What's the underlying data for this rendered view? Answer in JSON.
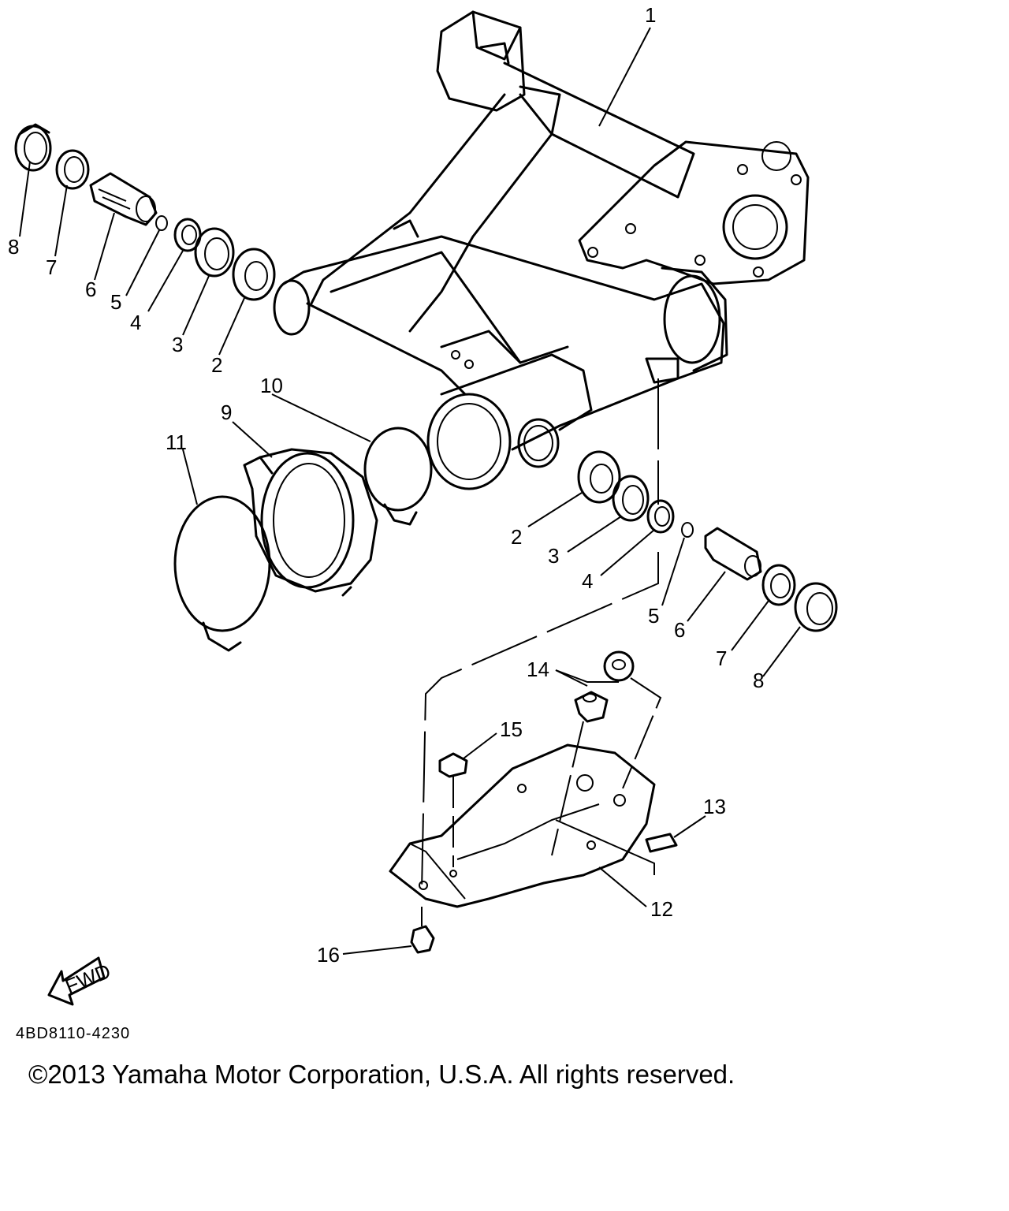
{
  "diagram": {
    "callouts": {
      "c1": "1",
      "c2a": "2",
      "c3a": "3",
      "c4a": "4",
      "c5a": "5",
      "c6a": "6",
      "c7a": "7",
      "c8a": "8",
      "c2b": "2",
      "c3b": "3",
      "c4b": "4",
      "c5b": "5",
      "c6b": "6",
      "c7b": "7",
      "c8b": "8",
      "c9": "9",
      "c10": "10",
      "c11": "11",
      "c12": "12",
      "c13": "13",
      "c14": "14",
      "c15": "15",
      "c16": "16"
    },
    "fwd_label": "FWD",
    "part_code": "4BD8110-4230"
  },
  "footer": {
    "copyright": "©2013 Yamaha Motor Corporation, U.S.A. All rights reserved."
  }
}
